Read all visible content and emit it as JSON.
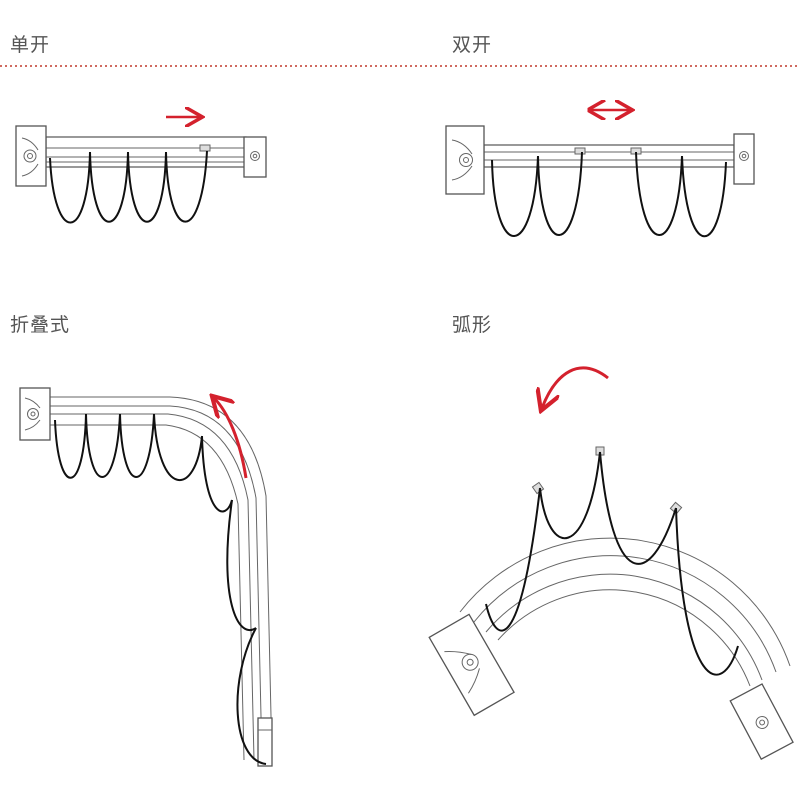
{
  "labels": {
    "single": "单开",
    "double": "双开",
    "folding": "折叠式",
    "arc": "弧形"
  },
  "colors": {
    "arrow": "#d4212d",
    "divider": "#c0392b",
    "line": "#555555",
    "curtain": "#111111"
  }
}
